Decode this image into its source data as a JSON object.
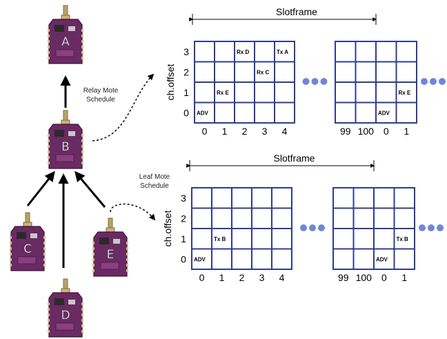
{
  "colors": {
    "grid": "#2e3d8f",
    "dots": "#6e87d6",
    "board": "#6a2a63",
    "arrow": "#000000"
  },
  "motes": {
    "A": "A",
    "B": "B",
    "C": "C",
    "D": "D",
    "E": "E"
  },
  "labels": {
    "relay_schedule": [
      "Relay Mote",
      "Schedule"
    ],
    "leaf_schedule": [
      "Leaf Mote",
      "Schedule"
    ]
  },
  "relay": {
    "slotframe_label": "Slotframe",
    "y_axis_label": "ch.offset",
    "y_ticks": [
      "0",
      "1",
      "2",
      "3"
    ],
    "left_x_ticks": [
      "0",
      "1",
      "2",
      "3",
      "4"
    ],
    "right_x_ticks": [
      "99",
      "100",
      "0",
      "1"
    ],
    "left_cells": [
      {
        "slot": 0,
        "ch": 0,
        "text": "ADV"
      },
      {
        "slot": 1,
        "ch": 1,
        "text": "Rx E"
      },
      {
        "slot": 2,
        "ch": 3,
        "text": "Rx D"
      },
      {
        "slot": 3,
        "ch": 2,
        "text": "Rx C"
      },
      {
        "slot": 4,
        "ch": 3,
        "text": "Tx A"
      }
    ],
    "right_cells": [
      {
        "slot": 2,
        "ch": 0,
        "text": "ADV"
      },
      {
        "slot": 3,
        "ch": 1,
        "text": "Rx E"
      }
    ]
  },
  "leaf": {
    "slotframe_label": "Slotframe",
    "y_axis_label": "ch.offset",
    "y_ticks": [
      "0",
      "1",
      "2",
      "3"
    ],
    "left_x_ticks": [
      "0",
      "1",
      "2",
      "3",
      "4"
    ],
    "right_x_ticks": [
      "99",
      "100",
      "0",
      "1"
    ],
    "left_cells": [
      {
        "slot": 0,
        "ch": 0,
        "text": "ADV"
      },
      {
        "slot": 1,
        "ch": 1,
        "text": "Tx B"
      }
    ],
    "right_cells": [
      {
        "slot": 2,
        "ch": 0,
        "text": "ADV"
      },
      {
        "slot": 3,
        "ch": 1,
        "text": "Tx B"
      }
    ]
  }
}
